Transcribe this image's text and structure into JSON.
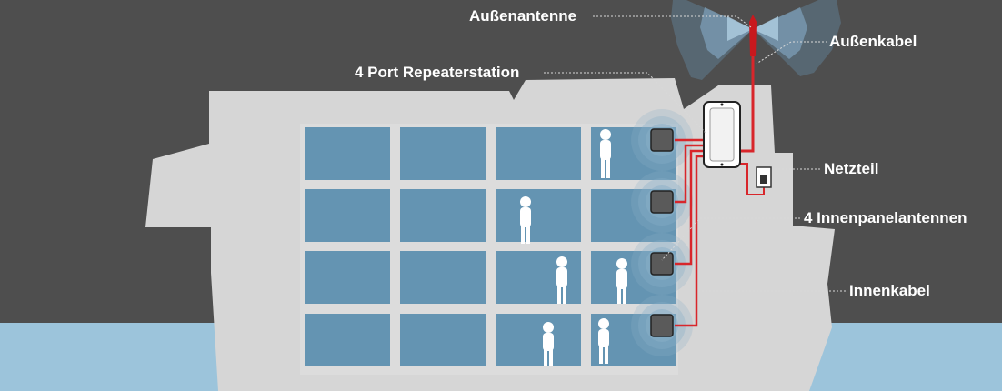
{
  "labels": {
    "outdoor_antenna": "Außenantenne",
    "outdoor_cable": "Außenkabel",
    "repeater_station": "4 Port Repeaterstation",
    "power_supply": "Netzteil",
    "indoor_panel_antennas": "4 Innenpanelantennen",
    "indoor_cable": "Innenkabel"
  },
  "colors": {
    "background": "#4e4e4e",
    "sea": "#9cc4db",
    "ship_hull": "#d6d6d6",
    "window_blue": "#6494b2",
    "cable_red": "#d8262b",
    "signal_blue": "#8ab0c8",
    "label_text": "#ffffff"
  },
  "icons": {
    "outdoor_antenna": "rod-antenna-icon",
    "repeater": "repeater-box-icon",
    "power_supply": "wall-socket-icon",
    "panel_antenna": "panel-antenna-icon",
    "person": "person-with-phone-icon"
  },
  "structure": {
    "window_rows": 4,
    "window_columns": 4,
    "panel_antenna_count": 4,
    "repeater_port_count": 4
  }
}
